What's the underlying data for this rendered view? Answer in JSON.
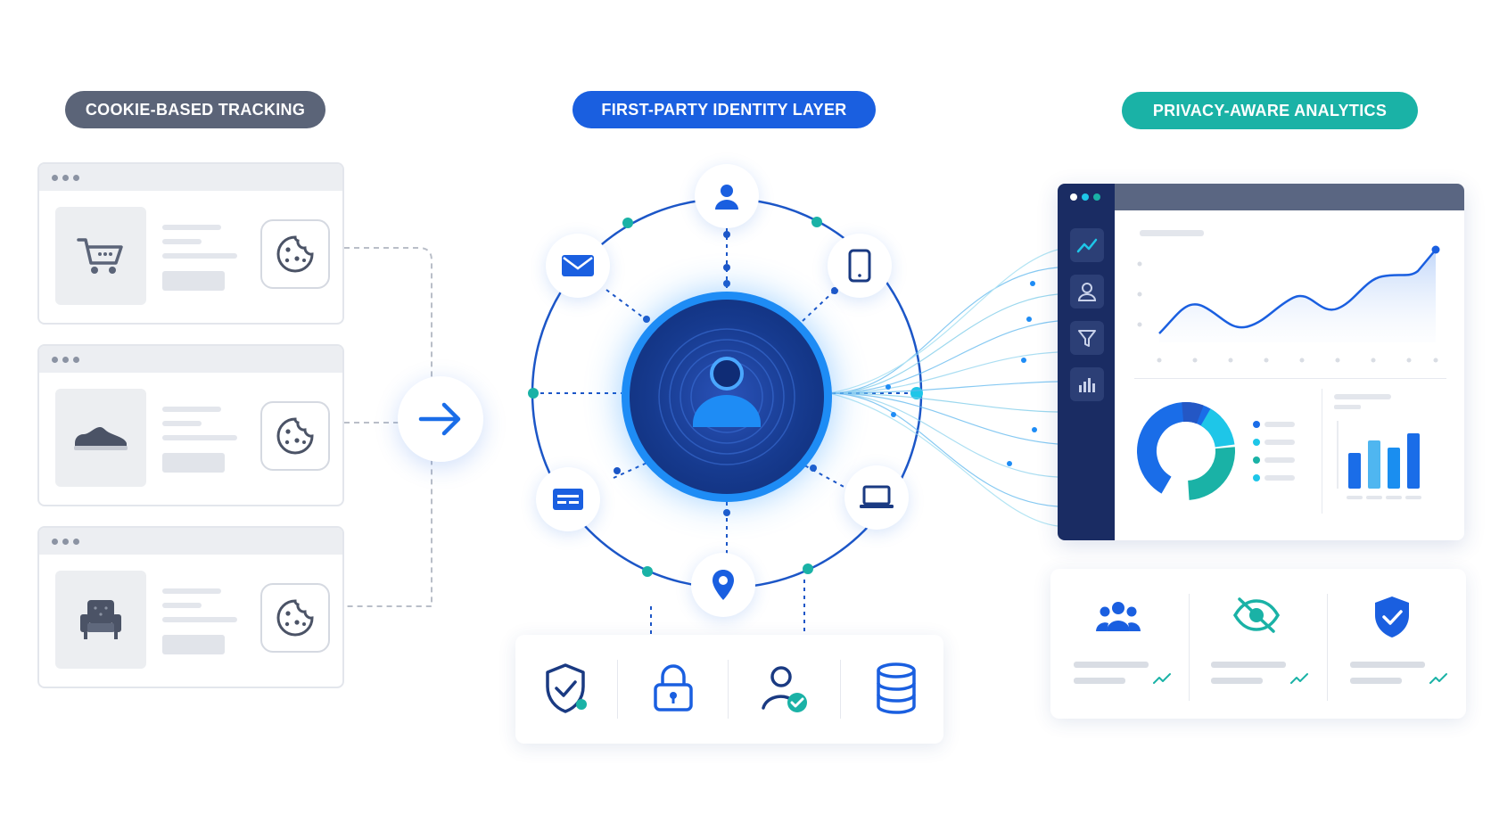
{
  "sections": {
    "left_title": "COOKIE-BASED TRACKING",
    "middle_title": "FIRST-PARTY IDENTITY LAYER",
    "right_title": "PRIVACY-AWARE ANALYTICS"
  },
  "left": {
    "browsers": [
      {
        "thumb_icon": "shopping-cart-icon",
        "badge_icon": "cookie-icon"
      },
      {
        "thumb_icon": "sneaker-icon",
        "badge_icon": "cookie-icon"
      },
      {
        "thumb_icon": "armchair-icon",
        "badge_icon": "cookie-icon"
      }
    ],
    "connector_icon": "arrow-right-icon"
  },
  "middle": {
    "core_icon": "user-profile-icon",
    "satellites": [
      "user-icon",
      "smartphone-icon",
      "laptop-icon",
      "location-pin-icon",
      "id-card-icon",
      "email-icon"
    ],
    "footer_icons": [
      "shield-check-icon",
      "lock-icon",
      "verified-user-icon",
      "database-icon"
    ]
  },
  "right": {
    "sidebar_icons": [
      "trend-icon",
      "user-icon",
      "filter-icon",
      "bar-chart-icon"
    ],
    "charts": [
      "line-chart",
      "donut-chart",
      "bar-chart"
    ],
    "footer_icons": [
      "audience-icon",
      "eye-off-icon",
      "shield-check-icon"
    ]
  },
  "colors": {
    "primary_blue": "#1a5fe0",
    "teal": "#1ab2a6",
    "slate": "#5b6478",
    "navy": "#1a2c63"
  }
}
